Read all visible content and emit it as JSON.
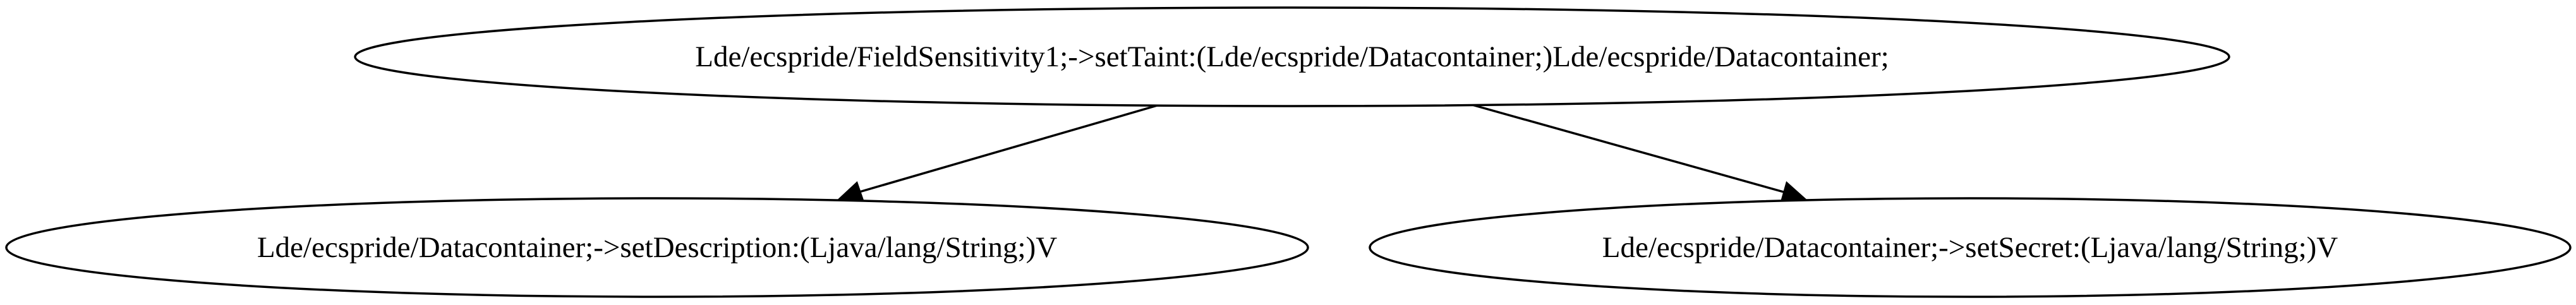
{
  "graph": {
    "nodes": [
      {
        "id": "root",
        "label": "Lde/ecspride/FieldSensitivity1;->setTaint:(Lde/ecspride/Datacontainer;)Lde/ecspride/Datacontainer;"
      },
      {
        "id": "left",
        "label": "Lde/ecspride/Datacontainer;->setDescription:(Ljava/lang/String;)V"
      },
      {
        "id": "right",
        "label": "Lde/ecspride/Datacontainer;->setSecret:(Ljava/lang/String;)V"
      }
    ],
    "edges": [
      {
        "from": "root",
        "to": "left"
      },
      {
        "from": "root",
        "to": "right"
      }
    ]
  }
}
